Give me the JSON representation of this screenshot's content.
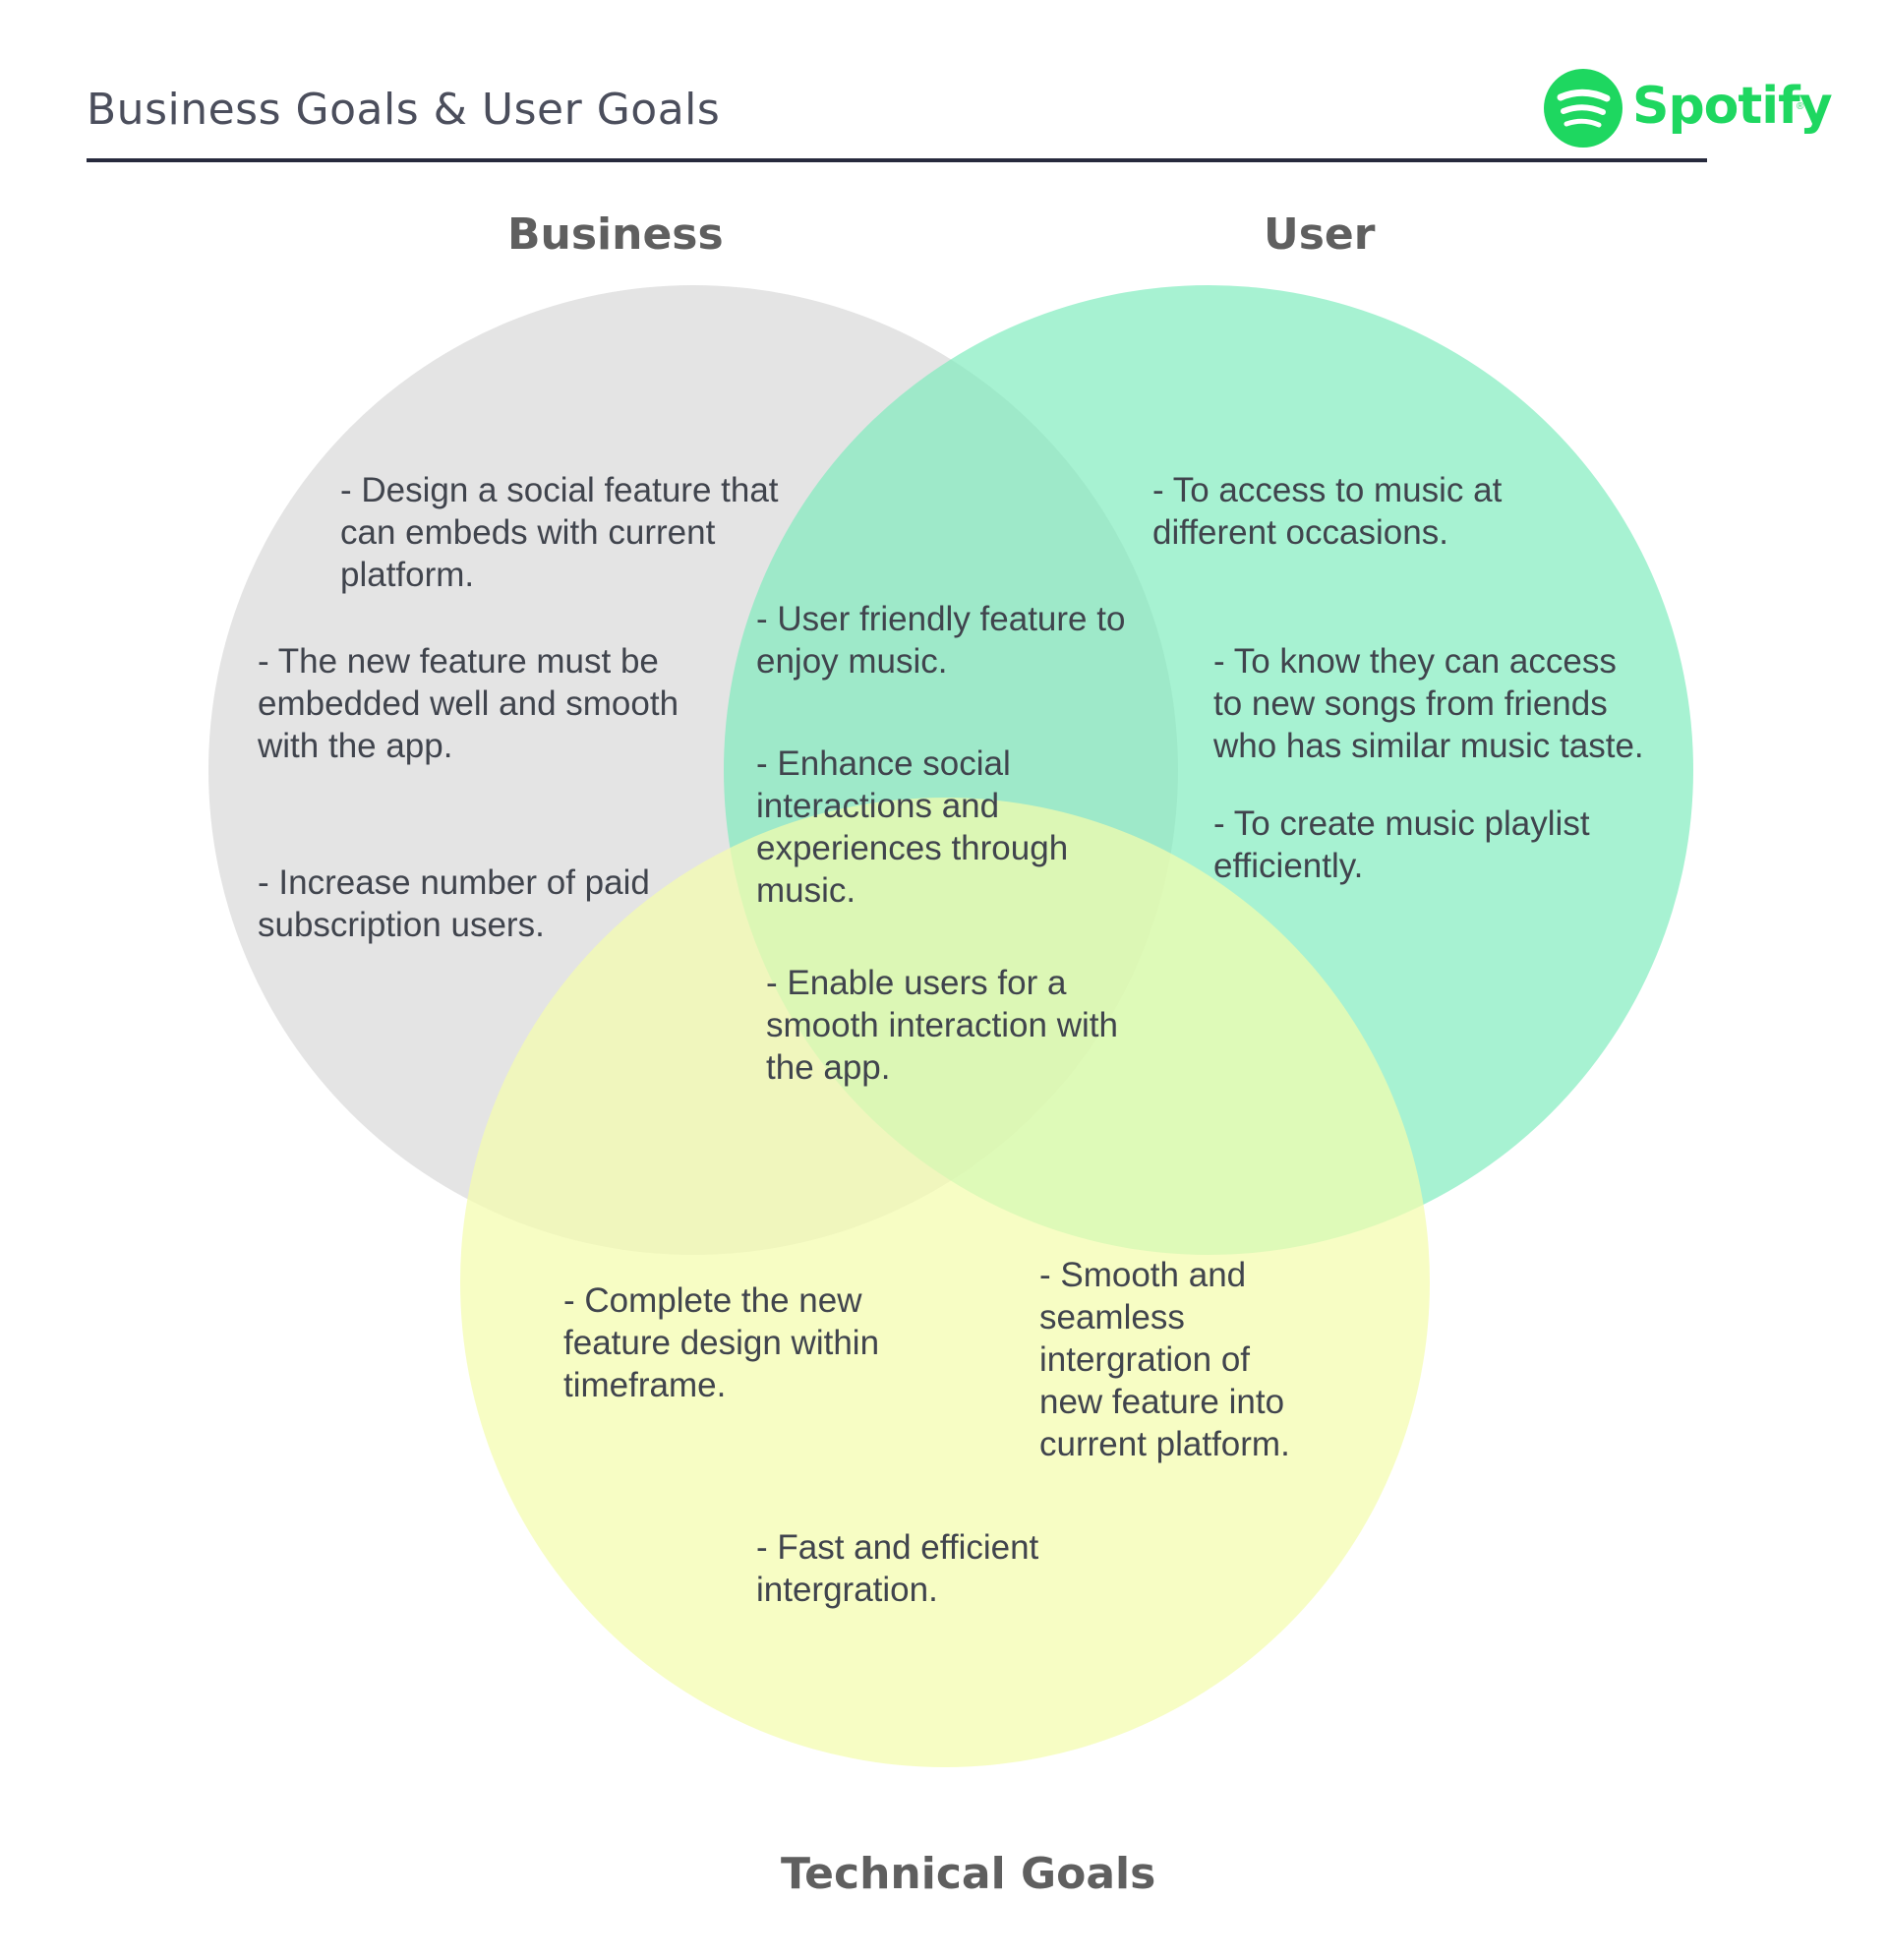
{
  "header": {
    "title": "Business Goals & User Goals"
  },
  "logo": {
    "wordmark": "Spotify",
    "registered": "®",
    "color": "#1ed760"
  },
  "sets": {
    "business": {
      "label": "Business",
      "color": "#e4e4e4"
    },
    "user": {
      "label": "User",
      "color": "#7eecbd"
    },
    "technical": {
      "label": "Technical Goals",
      "color": "#f4fcad"
    }
  },
  "goals": {
    "business_1": "- Design a social feature that\ncan embeds with current\nplatform.",
    "business_2": "- The new feature must be\nembedded well and smooth\nwith the app.",
    "business_3": "- Increase number of paid\nsubscription users.",
    "user_1": "- To access to music at\ndifferent occasions.",
    "user_2": "- To know they can access\nto new songs from friends\nwho has similar music taste.",
    "user_3": "- To create music playlist\nefficiently.",
    "business_user_1": "- User friendly feature to\nenjoy music.",
    "business_user_2": "- Enhance social\ninteractions and\nexperiences through\nmusic.",
    "center_1": "- Enable users for a\nsmooth interaction with\nthe app.",
    "technical_1": "- Complete the new\nfeature design within\ntimeframe.",
    "user_technical_1": "- Smooth and\nseamless\nintergration of\nnew feature into\ncurrent platform.",
    "technical_2": "- Fast and efficient\nintergration."
  }
}
